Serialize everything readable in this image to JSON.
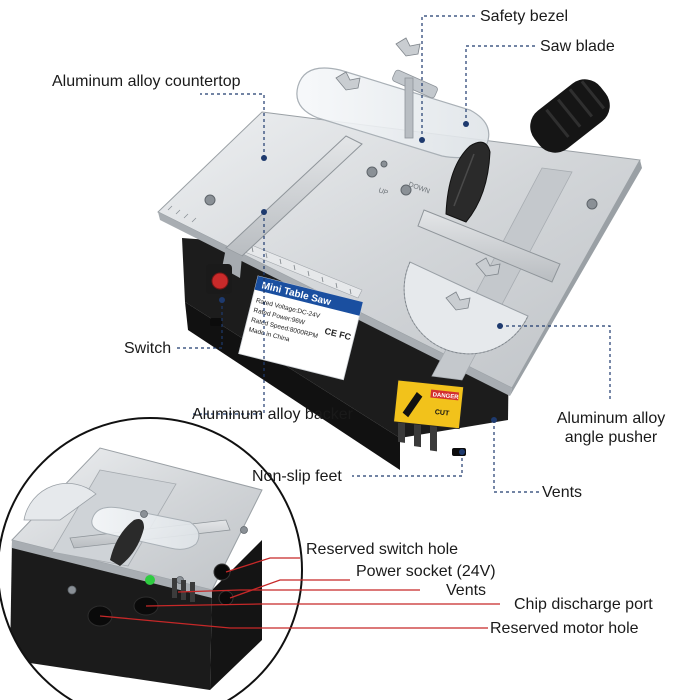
{
  "callouts": {
    "safety_bezel": "Safety bezel",
    "saw_blade": "Saw blade",
    "aluminum_countertop": "Aluminum alloy countertop",
    "switch": "Switch",
    "aluminum_backer": "Aluminum alloy backer",
    "angle_pusher_line1": "Aluminum alloy",
    "angle_pusher_line2": "angle pusher",
    "non_slip_feet": "Non-slip feet",
    "vents_main": "Vents"
  },
  "inset_callouts": {
    "reserved_switch_hole": "Reserved switch hole",
    "power_socket": "Power socket (24V)",
    "vents": "Vents",
    "chip_discharge_port": "Chip discharge port",
    "reserved_motor_hole": "Reserved motor hole"
  },
  "product_label": {
    "title": "Mini Table Saw",
    "line1": "Rated Voltage:DC-24V",
    "line2": "Rated Power:96W",
    "line3": "Rated Speed:8000RPM",
    "line4": "Made in China",
    "marks": "CE FC"
  },
  "warning_label": {
    "header": "DANGER",
    "word": "CUT"
  },
  "table_marks": {
    "up": "UP",
    "down": "DOWN"
  },
  "colors": {
    "leader_dashed": "#1e3a6e",
    "leader_red": "#c62828",
    "body_dark": "#1c1c1c",
    "aluminum": "#d4d7da",
    "label_blue": "#1a4fa0"
  }
}
